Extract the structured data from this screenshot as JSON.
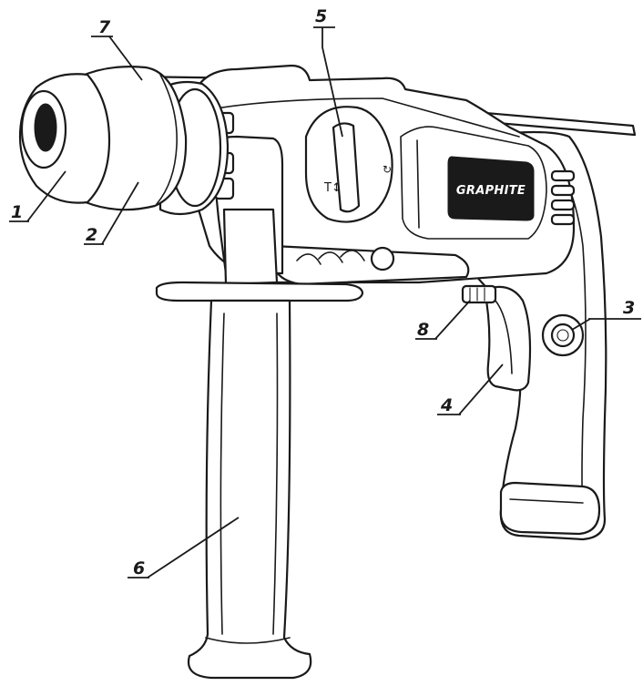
{
  "brand": {
    "label": "GRAPHITE",
    "panel_color": "#1a1a1a"
  },
  "mode_icons": {
    "hammer": "T↕",
    "drill": "↻"
  },
  "callouts": [
    {
      "id": "callout-1",
      "label": "1"
    },
    {
      "id": "callout-2",
      "label": "2"
    },
    {
      "id": "callout-3",
      "label": "3"
    },
    {
      "id": "callout-4",
      "label": "4"
    },
    {
      "id": "callout-5",
      "label": "5"
    },
    {
      "id": "callout-6",
      "label": "6"
    },
    {
      "id": "callout-7",
      "label": "7"
    },
    {
      "id": "callout-8",
      "label": "8"
    }
  ]
}
